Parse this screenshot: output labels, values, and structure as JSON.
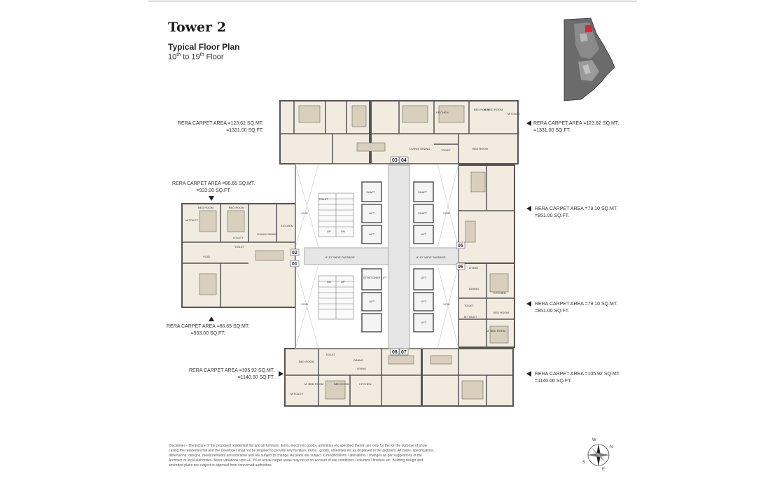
{
  "header": {
    "title": "Tower 2",
    "subtitle": "Typical Floor Plan",
    "floors_from_num": "10",
    "floors_from_sup": "th",
    "floors_mid": " to 19",
    "floors_to_sup": "th",
    "floors_end": " Floor"
  },
  "areas": {
    "top_left": {
      "line1": "RERA CARPET AREA =123.62 SQ.MT.",
      "line2": "=1331.00 SQ.FT."
    },
    "top_right": {
      "line1": "RERA CARPET AREA =123.62 SQ.MT.",
      "line2": "=1331.00 SQ.FT."
    },
    "mid_left_top": {
      "line1": "RERA CARPET AREA =86.65 SQ.MT.",
      "line2": "=933.00 SQ.FT."
    },
    "mid_left_bottom": {
      "line1": "RERA CARPET AREA =86.65 SQ.MT.",
      "line2": "=933.00 SQ.FT."
    },
    "mid_right_top": {
      "line1": "RERA CARPET AREA =79.10 SQ.MT.",
      "line2": "=851.00 SQ.FT."
    },
    "mid_right_bottom": {
      "line1": "RERA CARPET AREA =79.10 SQ.MT.",
      "line2": "=851.00 SQ.FT."
    },
    "bottom_left": {
      "line1": "RERA CARPET AREA =105.92 SQ.MT.",
      "line2": "=1140.00 SQ.FT."
    },
    "bottom_right": {
      "line1": "RERA CARPET AREA =105.92 SQ.MT.",
      "line2": "=1140.00 SQ.FT."
    }
  },
  "plan_labels": {
    "kitchen": "KITCHEN",
    "bed_room": "BED ROOM",
    "m_bed_room": "M. BED ROOM",
    "toilet": "TOILET",
    "m_toilet": "M.TOILET",
    "living_dining": "LIVING/ DINING",
    "living": "LIVING",
    "dining": "DINING",
    "utility": "UTILITY",
    "shaft": "SHAFT",
    "lift": "LIFT",
    "stretcher_lift": "STRETCHER LIFT",
    "void": "VOID",
    "passage": "8'-10\" WIDE PASSAGE",
    "up": "UP",
    "dn": "DN"
  },
  "flat_numbers": [
    "01",
    "02",
    "03",
    "04",
    "05",
    "06",
    "07",
    "08"
  ],
  "disclaimer": "Disclaimer - The picture of the proposed residential flat and all furniture, items, electronic goods, amenities etc specified therein are only for the for the purpose of show casing the residential flat and the Developer shall not be required to provide any furniture, items , goods, amenities etc as displayed in the picture/s. All plans, specifications, dimensions, designs, measurements are indicative and are subject to change. All plans are subject to modifications / alterations / changes as per suggestions of the Architect or local authorities. Minor variations upto +/- 3% in actual carpet areas may occur on account of site conditions / columns / finishes etc. Building design and amended plans are subject to approval from concerned authorities.",
  "compass": {
    "n": "N",
    "s": "S",
    "e": "E",
    "w": "W"
  },
  "colors": {
    "wall": "#555555",
    "room": "#f2ece0",
    "core": "#e6e6e6",
    "accent": "#e8232a"
  }
}
